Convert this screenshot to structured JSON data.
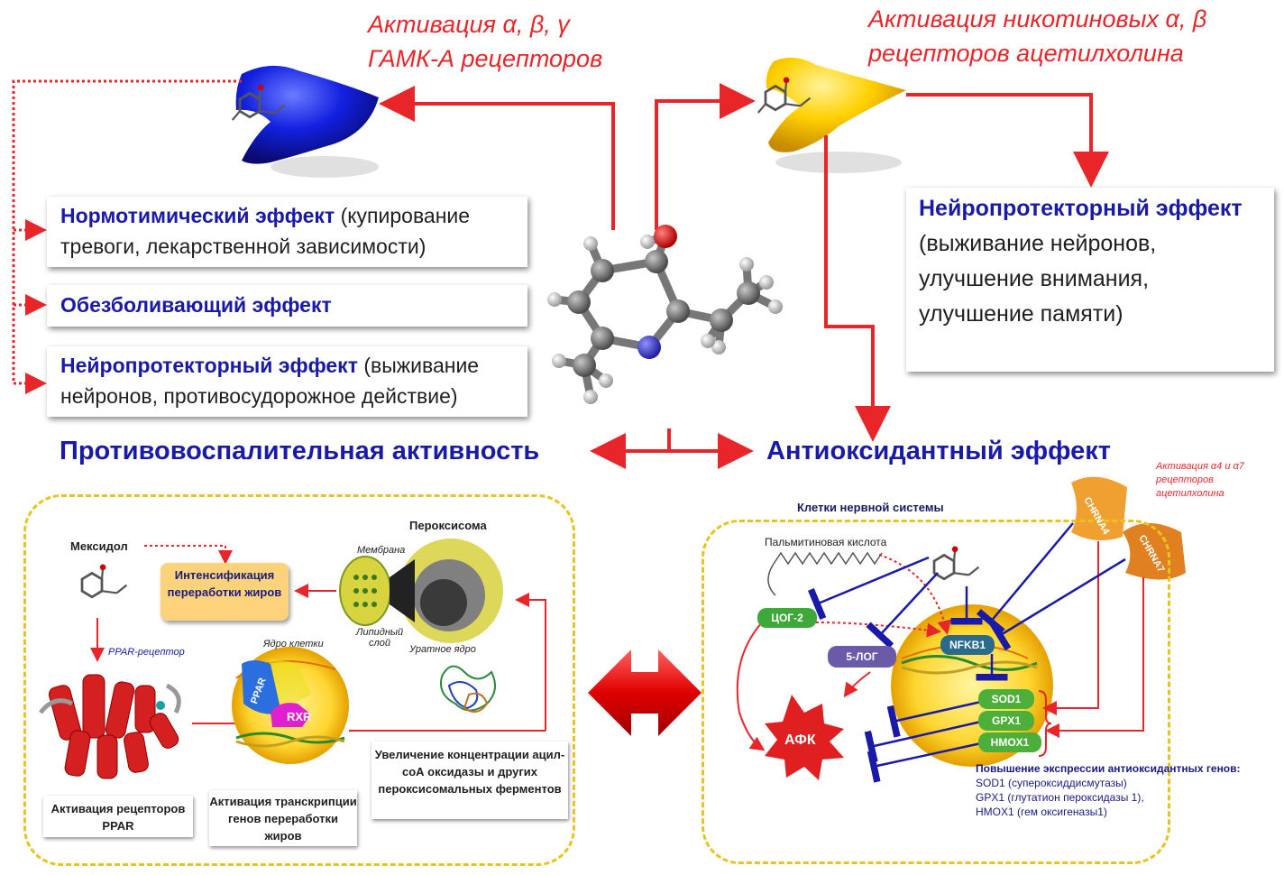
{
  "header_left": {
    "line1": "Активация α, β, γ",
    "line2": "ГАМК-А рецепторов"
  },
  "header_right": {
    "line1": "Активация никотиновых α, β",
    "line2": "рецепторов ацетилхолина"
  },
  "effect_boxes": [
    {
      "bold": "Нормотимический эффект",
      "rest": " (купирование тревоги, лекарственной зависимости)"
    },
    {
      "bold": "Обезболивающий эффект",
      "rest": ""
    },
    {
      "bold": "Нейропротекторный эффект",
      "rest": " (выживание нейронов, противосудорожное действие)"
    }
  ],
  "right_box": {
    "bold": "Нейропротекторный эффект",
    "rest": " (выживание нейронов, улучшение внимания, улучшение памяти)"
  },
  "section_left": "Противовоспалительная активность",
  "section_right": "Антиоксидантный эффект",
  "left_panel": {
    "meksidol": "Мексидол",
    "fat_processing": "Интенсификация переработки жиров",
    "peroxisome": "Пероксисома",
    "membrane": "Мембрана",
    "lipid_layer": "Липидный слой",
    "urate_core": "Уратное ядро",
    "ppar_receptor": "PPAR-рецептор",
    "cell_nucleus": "Ядро клетки",
    "ppar": "PPAR",
    "rxr": "RXR",
    "caption_activation": "Активация рецепторов PPAR",
    "caption_transcription": "Активация транскрипции генов переработки жиров",
    "caption_increase": "Увеличение концентрации ацил-соА оксидазы и других пероксисомальных ферментов"
  },
  "right_panel": {
    "nerve_cells": "Клетки нервной системы",
    "palmitic": "Пальмитиновая кислота",
    "alpha_note": "Активация α4 и α7 рецепторов ацетилхолина",
    "chrna4": "CHRNA4",
    "chrna7": "CHRNA7",
    "cog2": "ЦОГ-2",
    "log5": "5-ЛОГ",
    "nfkb1": "NFKB1",
    "sod1": "SOD1",
    "gpx1": "GPX1",
    "hmox1": "HMOX1",
    "afk": "АФК",
    "expr_title": "Повышение экспрессии антиоксидантных генов:",
    "expr_sod": "SOD1 (супероксиддисмутазы)",
    "expr_gpx": "GPX1 (глутатион пероксидазы 1),",
    "expr_hmox": "HMOX1 (гем оксигеназы1)"
  },
  "colors": {
    "red": "#e8262a",
    "navy": "#1a1aa8",
    "gold": "#e8c420",
    "green": "#4caf3a"
  },
  "icons": [
    "blue-receptor-icon",
    "yellow-receptor-icon",
    "molecule-icon",
    "double-arrow-icon"
  ]
}
